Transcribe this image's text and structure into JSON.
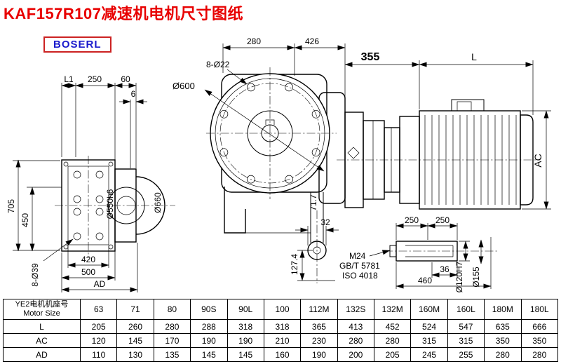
{
  "page": {
    "title": "KAF157R107减速机电机尺寸图纸",
    "logo": "BOSERL"
  },
  "drawing": {
    "top": {
      "d280": "280",
      "d426": "426",
      "d355": "355",
      "dL": "L",
      "holes8_o22": "8-Ø22",
      "o600": "Ø600"
    },
    "left": {
      "dL1": "L1",
      "d250": "250",
      "d60": "60",
      "d6": "6",
      "d705": "705",
      "d450": "450",
      "o550h6": "Ø550h6",
      "o660": "Ø660",
      "holes8_o39": "8-Ø39",
      "d420": "420",
      "d500": "500",
      "dAD": "AD"
    },
    "front": {
      "d32": "32",
      "d127_4": "127.4",
      "d71_7": "71.7"
    },
    "motor": {
      "dAC": "AC"
    },
    "shaft": {
      "d250a": "250",
      "d250b": "250",
      "m24": "M24",
      "gbt": "GB/T 5781",
      "iso": "ISO 4018",
      "d36": "36",
      "d460": "460",
      "o120h7": "Ø120H7",
      "o155": "Ø155"
    }
  },
  "table": {
    "header_cn": "YE2电机机座号",
    "header_en": "Motor Size",
    "columns": [
      "63",
      "71",
      "80",
      "90S",
      "90L",
      "100",
      "112M",
      "132S",
      "132M",
      "160M",
      "160L",
      "180M",
      "180L"
    ],
    "rows": [
      {
        "label": "L",
        "values": [
          "205",
          "260",
          "280",
          "288",
          "318",
          "318",
          "365",
          "413",
          "452",
          "524",
          "547",
          "635",
          "666"
        ]
      },
      {
        "label": "AC",
        "values": [
          "120",
          "145",
          "170",
          "190",
          "190",
          "210",
          "230",
          "280",
          "280",
          "315",
          "315",
          "350",
          "350"
        ]
      },
      {
        "label": "AD",
        "values": [
          "110",
          "130",
          "135",
          "145",
          "145",
          "160",
          "190",
          "200",
          "205",
          "245",
          "255",
          "280",
          "280"
        ]
      }
    ]
  }
}
